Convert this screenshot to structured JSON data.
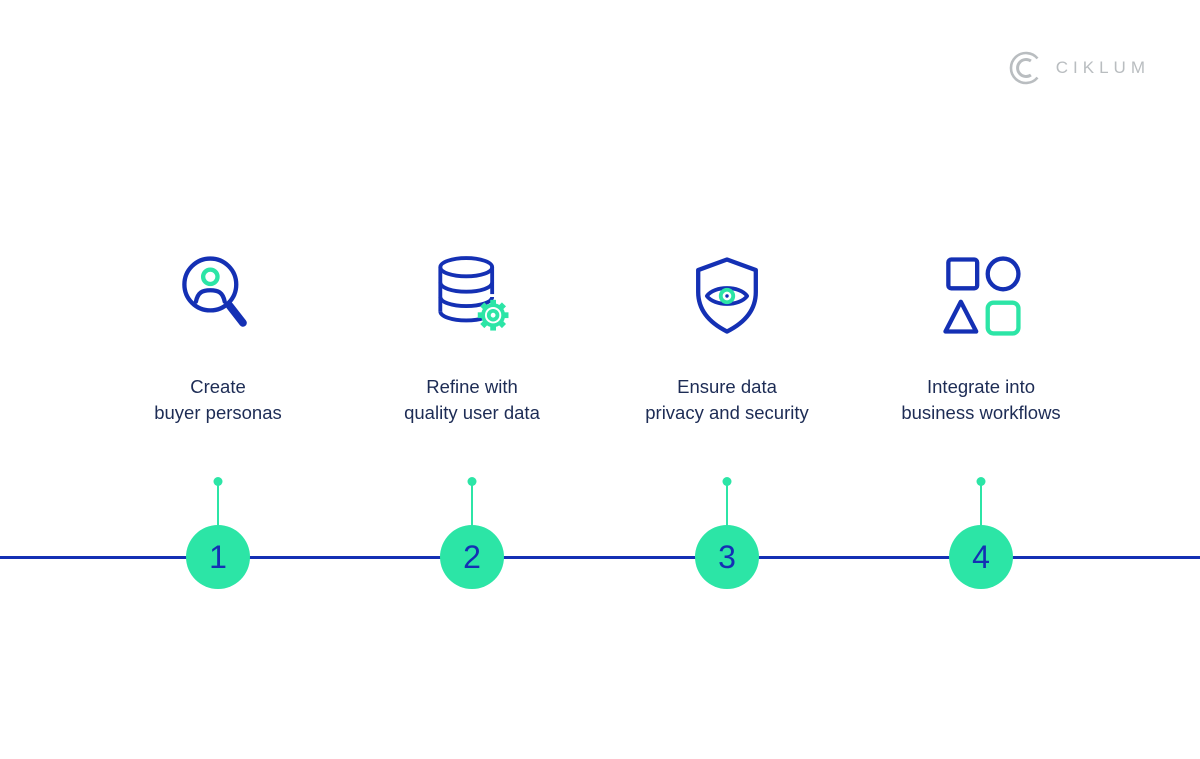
{
  "logo": {
    "brand": "CIKLUM"
  },
  "colors": {
    "blue": "#1430B4",
    "teal": "#2CE5A6",
    "text": "#1D2C55",
    "logo_gray": "#B9BDC0"
  },
  "steps": [
    {
      "number": "1",
      "label_line1": "Create",
      "label_line2": "buyer personas",
      "icon": "persona-magnifier-icon"
    },
    {
      "number": "2",
      "label_line1": "Refine with",
      "label_line2": "quality user data",
      "icon": "database-gear-icon"
    },
    {
      "number": "3",
      "label_line1": "Ensure data",
      "label_line2": "privacy and security",
      "icon": "shield-eye-icon"
    },
    {
      "number": "4",
      "label_line1": "Integrate into",
      "label_line2": "business workflows",
      "icon": "shapes-icon"
    }
  ]
}
